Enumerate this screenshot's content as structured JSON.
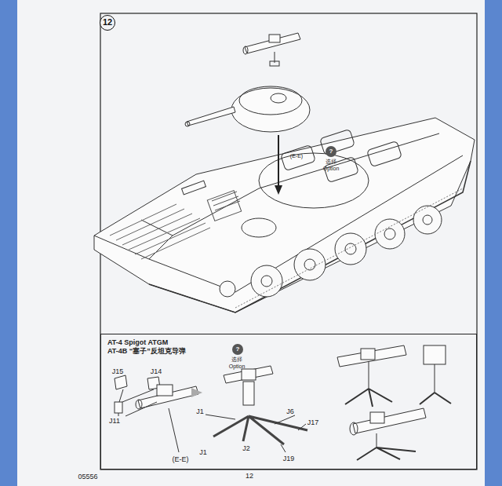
{
  "diagram": {
    "nodes": [
      {
        "text": [
          "12"
        ]
      },
      {
        "text": [
          "?"
        ]
      },
      {
        "text": [
          "AT-4 Spigot ATGM",
          "AT-4B “塞子”反坦克导弹"
        ]
      },
      {
        "text": [
          "?"
        ],
        "in": 2
      }
    ],
    "labels": [
      "(E-E)",
      "选择",
      "Option",
      "选择",
      "Option",
      "J15",
      "J14",
      "J11",
      "(E-E)",
      "J1",
      "J1",
      "J6",
      "J17",
      "J2",
      "J19",
      "05556",
      "12"
    ]
  }
}
